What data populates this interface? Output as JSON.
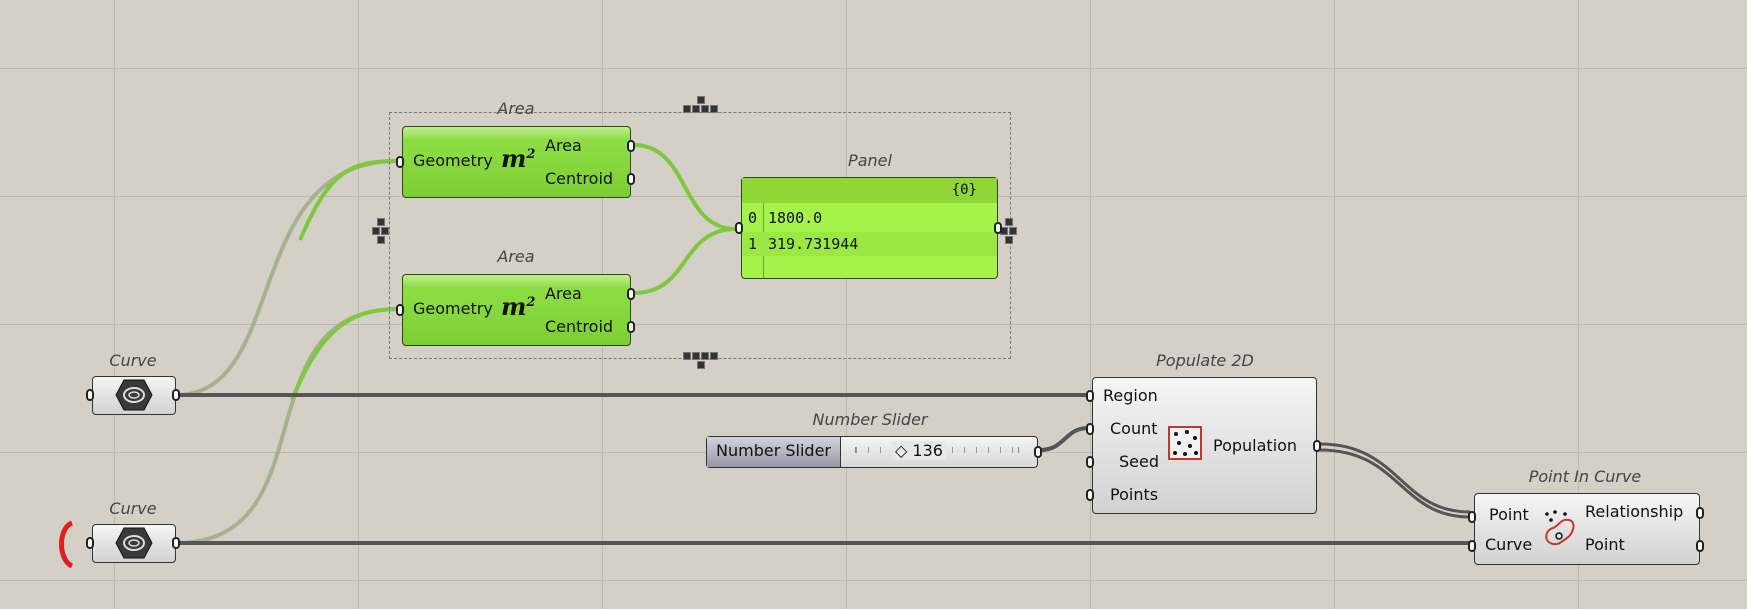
{
  "components": {
    "area_top": {
      "title": "Area",
      "input": "Geometry",
      "outputs": [
        "Area",
        "Centroid"
      ]
    },
    "area_bottom": {
      "title": "Area",
      "input": "Geometry",
      "outputs": [
        "Area",
        "Centroid"
      ]
    },
    "panel": {
      "title": "Panel",
      "path": "{0}",
      "rows": [
        {
          "index": "0",
          "value": "1800.0"
        },
        {
          "index": "1",
          "value": "319.731944"
        }
      ]
    },
    "curve_top": {
      "title": "Curve"
    },
    "curve_bottom": {
      "title": "Curve"
    },
    "number_slider": {
      "title": "Number Slider",
      "label": "Number Slider",
      "value": "136"
    },
    "populate2d": {
      "title": "Populate 2D",
      "inputs": [
        "Region",
        "Count",
        "Seed",
        "Points"
      ],
      "output": "Population"
    },
    "point_in_curve": {
      "title": "Point In Curve",
      "inputs": [
        "Point",
        "Curve"
      ],
      "outputs": [
        "Relationship",
        "Point"
      ]
    }
  },
  "icons": {
    "area": "m2-area-icon",
    "curve": "curve-param-icon",
    "populate": "populate-2d-icon",
    "point_in_curve": "point-in-curve-icon"
  },
  "colors": {
    "canvas": "#d4d0c8",
    "component_green": "#86d93f",
    "wire_active": "#7dc93e",
    "wire_default": "#555555"
  }
}
